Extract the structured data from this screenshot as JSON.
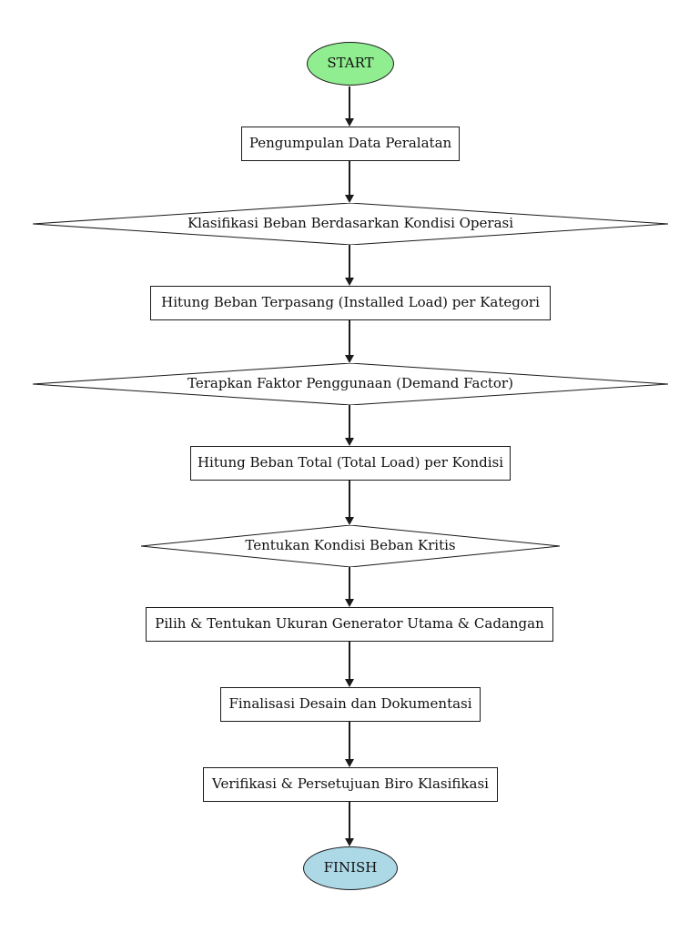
{
  "flowchart": {
    "background": "#ffffff",
    "colors": {
      "start_fill": "#90EE90",
      "finish_fill": "#ADD8E6",
      "process_fill": "#ffffff",
      "decision_fill": "#ffffff",
      "border": "#1a1a1a",
      "arrow": "#1a1a1a",
      "text": "#111111"
    },
    "nodes": [
      {
        "id": "start",
        "type": "terminator",
        "label": "START",
        "fill": "#90EE90"
      },
      {
        "id": "collect-data",
        "type": "process",
        "label": "Pengumpulan Data Peralatan"
      },
      {
        "id": "classify-load",
        "type": "decision",
        "label": "Klasifikasi Beban Berdasarkan Kondisi Operasi"
      },
      {
        "id": "installed-load",
        "type": "process",
        "label": "Hitung Beban Terpasang (Installed Load) per Kategori"
      },
      {
        "id": "demand-factor",
        "type": "decision",
        "label": "Terapkan Faktor Penggunaan (Demand Factor)"
      },
      {
        "id": "total-load",
        "type": "process",
        "label": "Hitung Beban Total (Total Load) per Kondisi"
      },
      {
        "id": "critical-condition",
        "type": "decision",
        "label": "Tentukan Kondisi Beban Kritis"
      },
      {
        "id": "select-generator",
        "type": "process",
        "label": "Pilih & Tentukan Ukuran Generator Utama & Cadangan"
      },
      {
        "id": "finalize-design",
        "type": "process",
        "label": "Finalisasi Desain dan Dokumentasi"
      },
      {
        "id": "verification",
        "type": "process",
        "label": "Verifikasi & Persetujuan Biro Klasifikasi"
      },
      {
        "id": "finish",
        "type": "terminator",
        "label": "FINISH",
        "fill": "#ADD8E6"
      }
    ],
    "edges": [
      {
        "from": "start",
        "to": "collect-data"
      },
      {
        "from": "collect-data",
        "to": "classify-load"
      },
      {
        "from": "classify-load",
        "to": "installed-load"
      },
      {
        "from": "installed-load",
        "to": "demand-factor"
      },
      {
        "from": "demand-factor",
        "to": "total-load"
      },
      {
        "from": "total-load",
        "to": "critical-condition"
      },
      {
        "from": "critical-condition",
        "to": "select-generator"
      },
      {
        "from": "select-generator",
        "to": "finalize-design"
      },
      {
        "from": "finalize-design",
        "to": "verification"
      },
      {
        "from": "verification",
        "to": "finish"
      }
    ]
  }
}
